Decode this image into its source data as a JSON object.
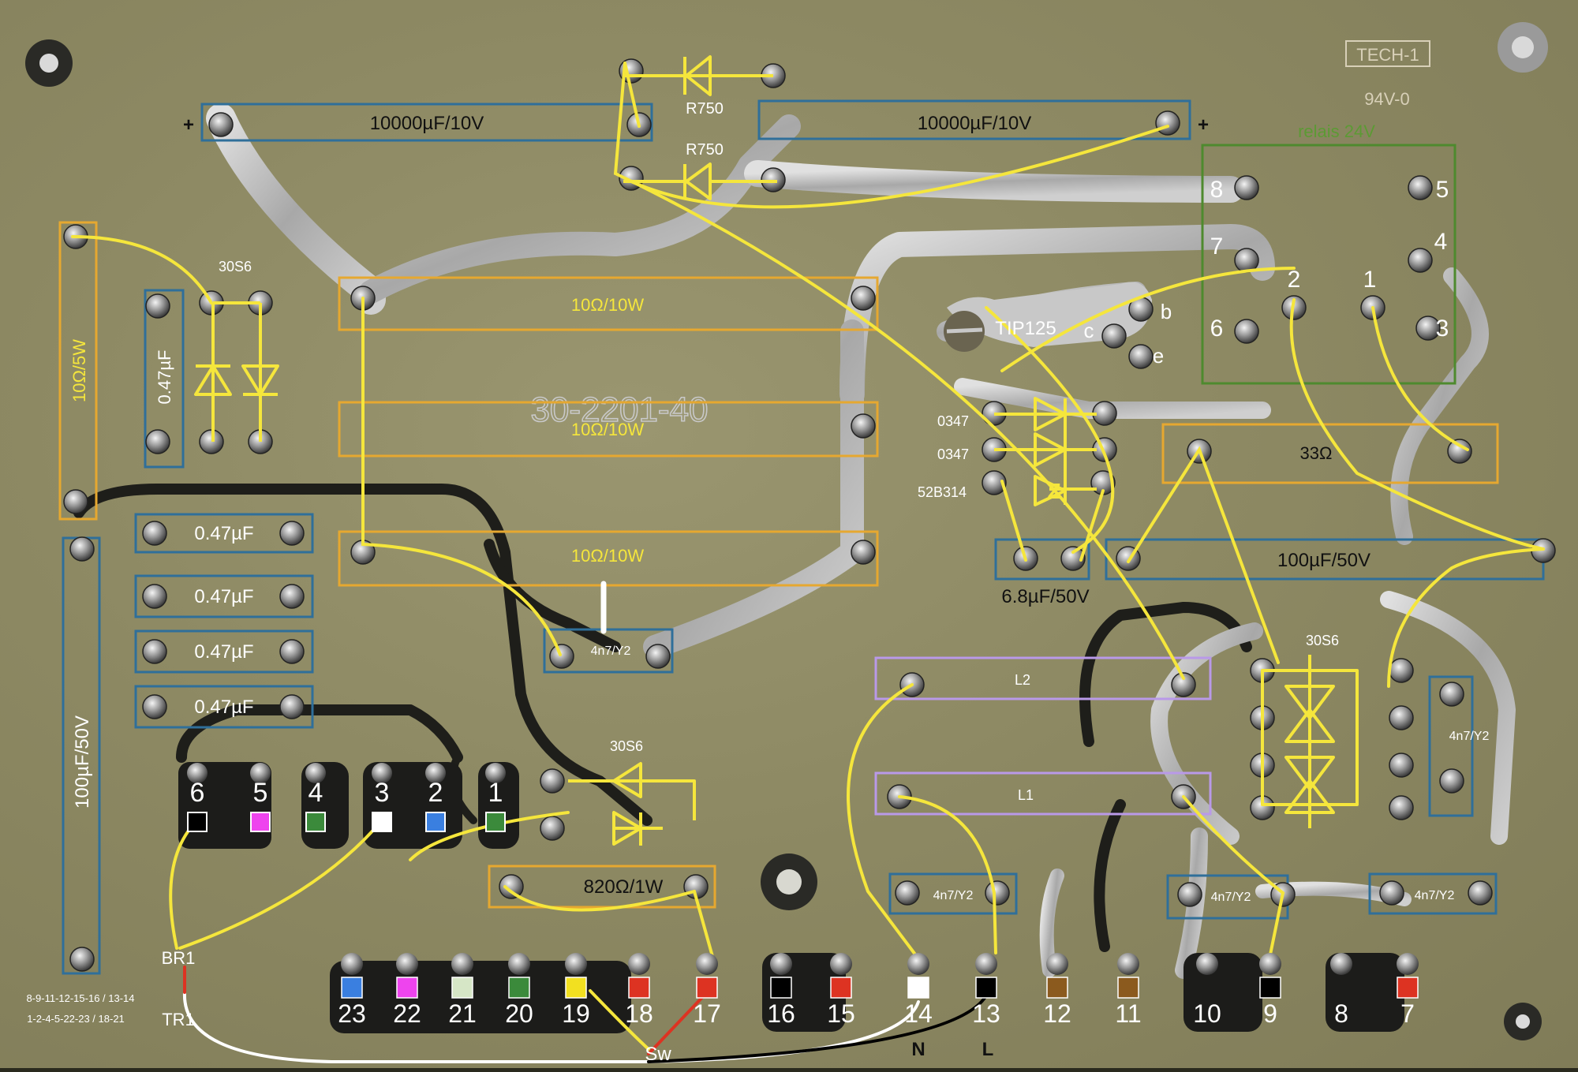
{
  "board": {
    "brand": "TECH-1",
    "rating": "94V-0",
    "board_number": "30-2201-40"
  },
  "components": {
    "cap_big_left": "10000µF/10V",
    "cap_big_right": "10000µF/10V",
    "plus_sign": "+",
    "r750_top": "R750",
    "r750_bottom": "R750",
    "relay": "relais 24V",
    "relay_pins": [
      "8",
      "5",
      "7",
      "4",
      "2",
      "1",
      "6",
      "3"
    ],
    "res_10w_1": "10Ω/10W",
    "res_10w_2": "10Ω/10W",
    "res_10w_3": "10Ω/10W",
    "res_10_5w": "10Ω/5W",
    "diode_30s6_top": "30S6",
    "diode_30s6_mid": "30S6",
    "diode_30s6_right": "30S6",
    "cap_047_vertical": "0.47µF",
    "cap_047_1": "0.47µF",
    "cap_047_2": "0.47µF",
    "cap_047_3": "0.47µF",
    "cap_047_4": "0.47µF",
    "cap_100_left": "100µF/50V",
    "cap_100_right": "100µF/50V",
    "tip125": "TIP125",
    "tip_c": "c",
    "tip_b": "b",
    "tip_e": "e",
    "diode_0347_1": "0347",
    "diode_0347_2": "0347",
    "zener": "52B314",
    "zener_mark": "Z",
    "res_33": "33Ω",
    "cap_68": "6.8µF/50V",
    "res_820": "820Ω/1W",
    "cap_4n7_mid": "4n7/Y2",
    "cap_4n7_vert": "4n7/Y2",
    "cap_4n7_n": "4n7/Y2",
    "cap_4n7_c": "4n7/Y2",
    "cap_4n7_r": "4n7/Y2",
    "coil_l2": "L2",
    "coil_l1": "L1"
  },
  "top_connector": {
    "pins": [
      {
        "label": "6",
        "color": "#000000"
      },
      {
        "label": "5",
        "color": "#ee44ee"
      },
      {
        "label": "4",
        "color": "#3b8a3b"
      },
      {
        "label": "3",
        "color": "#ffffff"
      },
      {
        "label": "2",
        "color": "#3a7fe0"
      },
      {
        "label": "1",
        "color": "#3b8a3b"
      }
    ]
  },
  "bottom_connector": {
    "pins": [
      {
        "label": "23",
        "color": "#3a7fe0"
      },
      {
        "label": "22",
        "color": "#ee44ee"
      },
      {
        "label": "21",
        "color": "#d6e6c6"
      },
      {
        "label": "20",
        "color": "#3b8a3b"
      },
      {
        "label": "19",
        "color": "#f2e020"
      },
      {
        "label": "18",
        "color": "#dd3322"
      },
      {
        "label": "17",
        "color": "#dd3322"
      },
      {
        "label": "16",
        "color": "#000000"
      },
      {
        "label": "15",
        "color": "#dd3322"
      },
      {
        "label": "14",
        "color": "#ffffff"
      },
      {
        "label": "13",
        "color": "#000000"
      },
      {
        "label": "12",
        "color": "#8b5a1e"
      },
      {
        "label": "11",
        "color": "#8b5a1e"
      },
      {
        "label": "10",
        "color": ""
      },
      {
        "label": "9",
        "color": "#000000"
      },
      {
        "label": "8",
        "color": ""
      },
      {
        "label": "7",
        "color": "#dd3322"
      }
    ]
  },
  "wiring": {
    "br1": "BR1",
    "tr1": "TR1",
    "sw": "Sw",
    "n": "N",
    "l": "L",
    "note_1": "8-9-11-12-15-16 / 13-14",
    "note_2": "1-2-4-5-22-23 / 18-21"
  },
  "colors": {
    "wire": "#f5e63c",
    "capacitor_box": "#2f6f9a",
    "resistor_box": "#e6a830",
    "relay_box": "#4e8a2e",
    "coil_box": "#b999e8",
    "trace": "#c8c8c8",
    "dark_trace": "#1e1e1a"
  }
}
